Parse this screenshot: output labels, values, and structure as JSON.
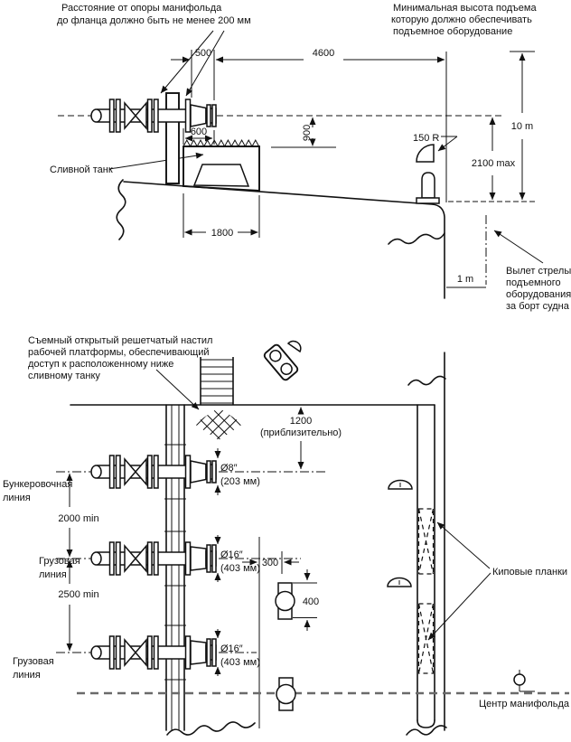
{
  "top_view": {
    "note_support": [
      "Расстояние от опоры манифольда",
      "до фланца должно быть не менее 200 мм"
    ],
    "note_hoist": [
      "Минимальная высота подъема",
      "которую должно обеспечивать",
      "подъемное оборудование"
    ],
    "note_boom": [
      "Вылет стрелы",
      "подъемного",
      "оборудования",
      "за борт судна"
    ],
    "label_slop_tank": "Сливной танк",
    "dims": {
      "d500": "500",
      "d4600": "4600",
      "d600": "600",
      "d900": "900",
      "d1800": "1800",
      "r150": "150 R",
      "d2100": "2100 max",
      "d10m": "10 m",
      "d1m": "1 m"
    }
  },
  "front_view": {
    "note_grating": [
      "Съемный открытый решетчатый настил",
      "рабочей платформы, обеспечивающий",
      "доступ к расположенному ниже",
      "сливному танку"
    ],
    "dims": {
      "d1200": "1200",
      "d1200_note": "(приблизительно)",
      "d2000": "2000 min",
      "d2500": "2500 min",
      "d300": "300",
      "d400": "400"
    },
    "pipes": [
      {
        "name_1": "Бункеровочная",
        "name_2": "линия",
        "dia": "Ø8″",
        "dia_mm": "(203 мм)"
      },
      {
        "name_1": "Грузовая",
        "name_2": "линия",
        "dia": "Ø16″",
        "dia_mm": "(403 мм)"
      },
      {
        "name_1": "Грузовая",
        "name_2": "линия",
        "dia": "Ø16″",
        "dia_mm": "(403 мм)"
      }
    ],
    "label_kip_planks": "Киповые планки",
    "label_manifold_center": "Центр манифольда"
  }
}
